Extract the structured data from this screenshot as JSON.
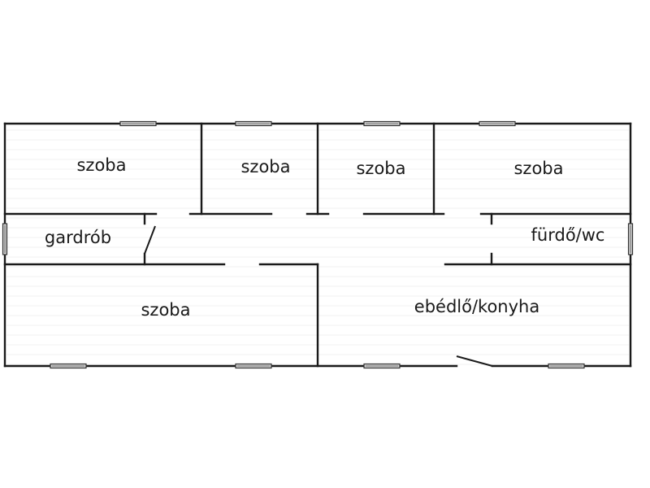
{
  "rooms": {
    "room_1": "szoba",
    "room_2": "szoba",
    "room_3": "szoba",
    "room_4": "szoba",
    "wardrobe": "gardrób",
    "bathroom": "fürdő/wc",
    "room_5": "szoba",
    "kitchen": "ebédlő/konyha"
  },
  "colors": {
    "wall": "#1a1a1a",
    "window_fill": "#d0d0d0"
  }
}
